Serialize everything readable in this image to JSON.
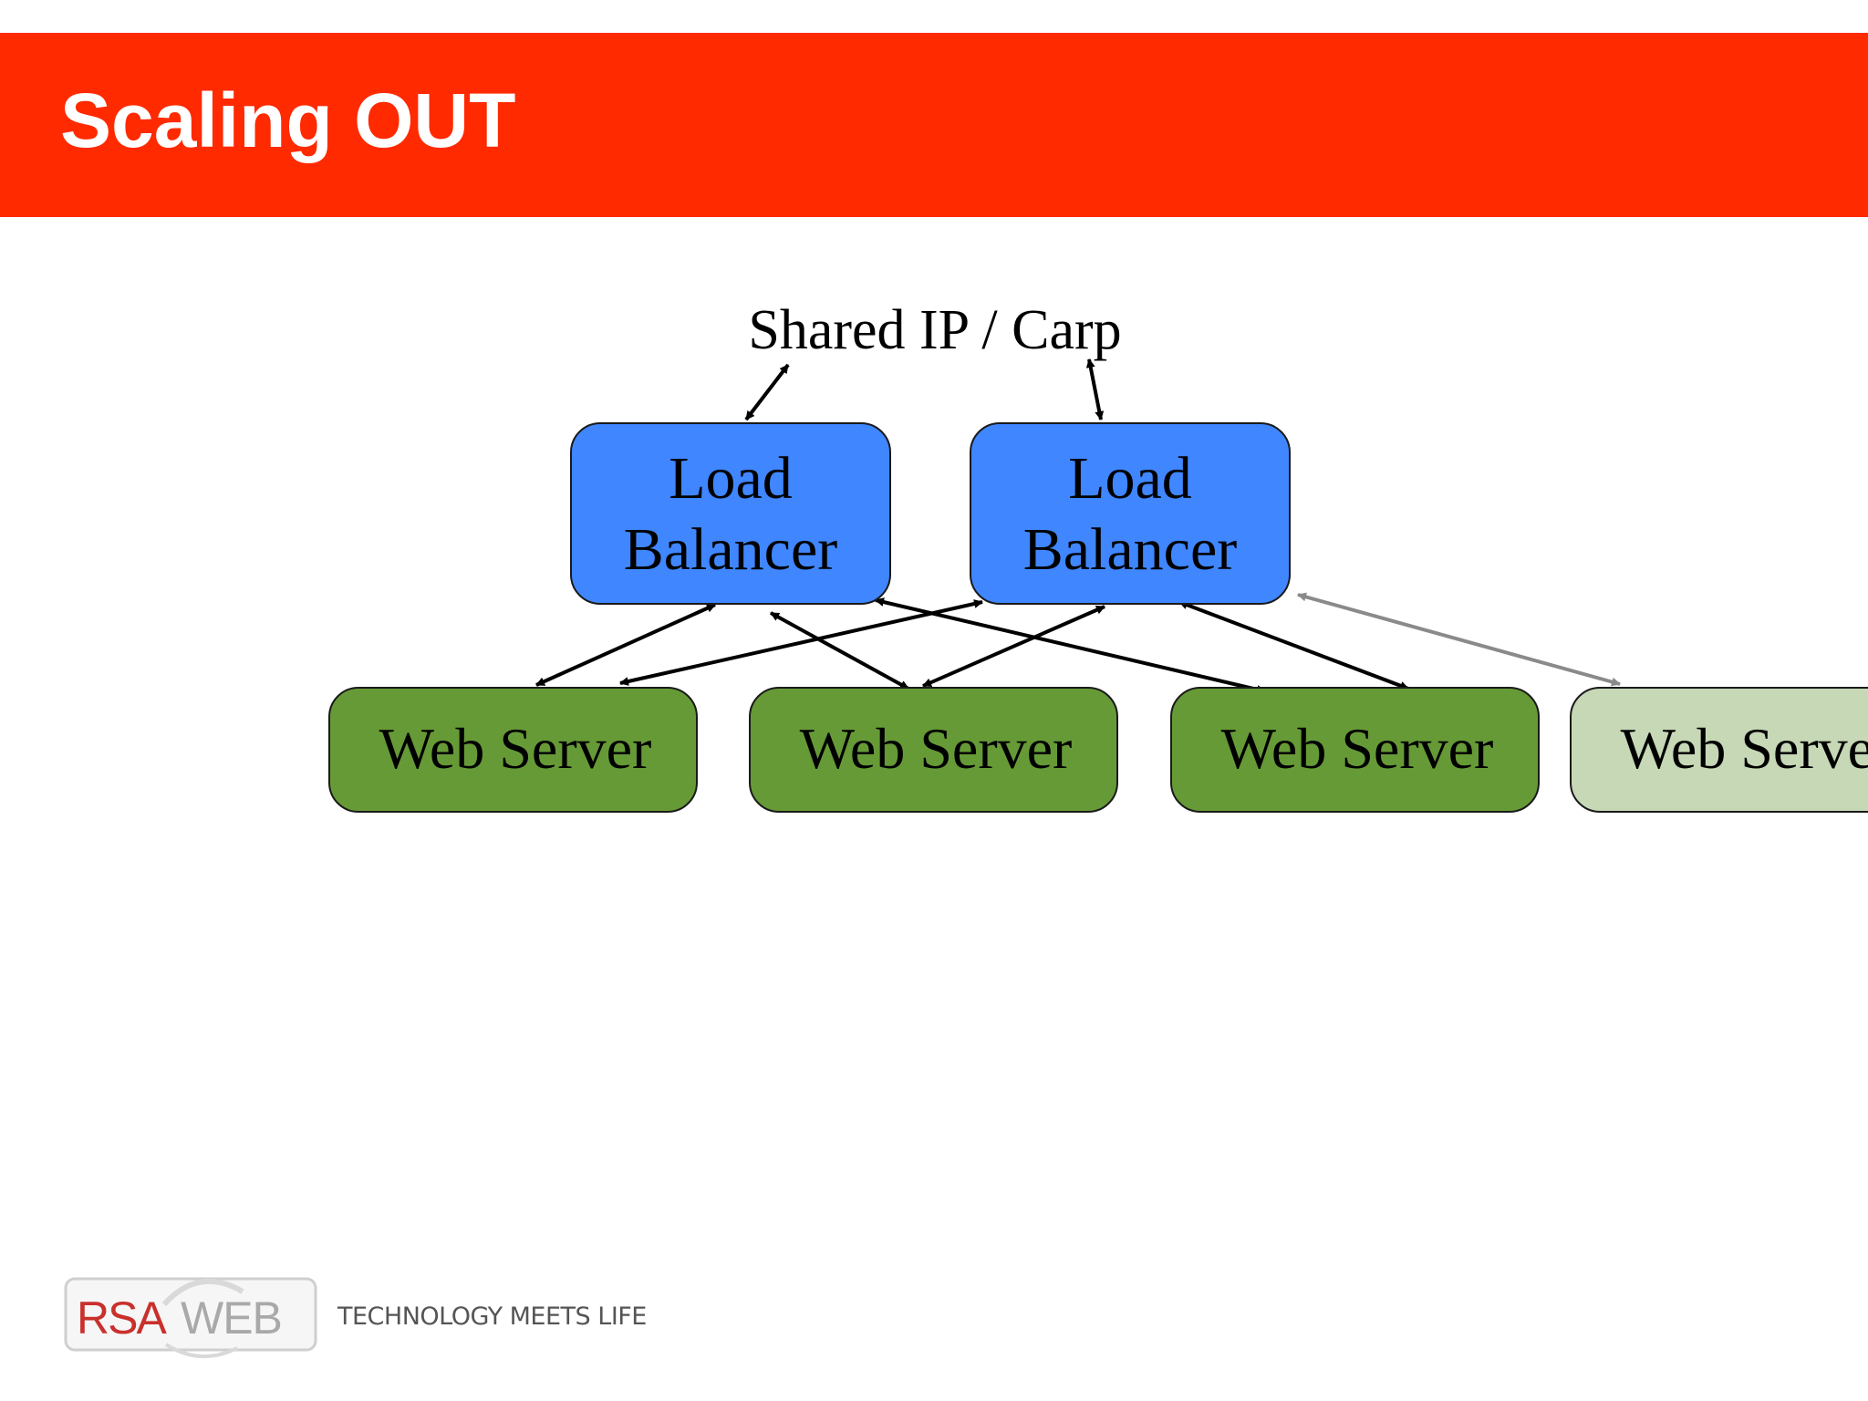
{
  "slide": {
    "title": "Scaling OUT"
  },
  "diagram": {
    "shared_ip_label": "Shared IP / Carp",
    "load_balancers": [
      {
        "line1": "Load",
        "line2": "Balancer"
      },
      {
        "line1": "Load",
        "line2": "Balancer"
      }
    ],
    "web_servers": [
      {
        "label": "Web Server",
        "state": "active"
      },
      {
        "label": "Web Server",
        "state": "active"
      },
      {
        "label": "Web Server",
        "state": "active"
      },
      {
        "label": "Web Server",
        "state": "inactive"
      }
    ],
    "colors": {
      "header": "#ff2a00",
      "load_balancer": "#3f86ff",
      "web_server_active": "#669a36",
      "web_server_inactive": "#c6d8b6",
      "inactive_arrow": "#8a8a8a"
    }
  },
  "footer": {
    "logo_red": "RSA",
    "logo_gray": "WEB",
    "tagline": "TECHNOLOGY MEETS LIFE"
  }
}
